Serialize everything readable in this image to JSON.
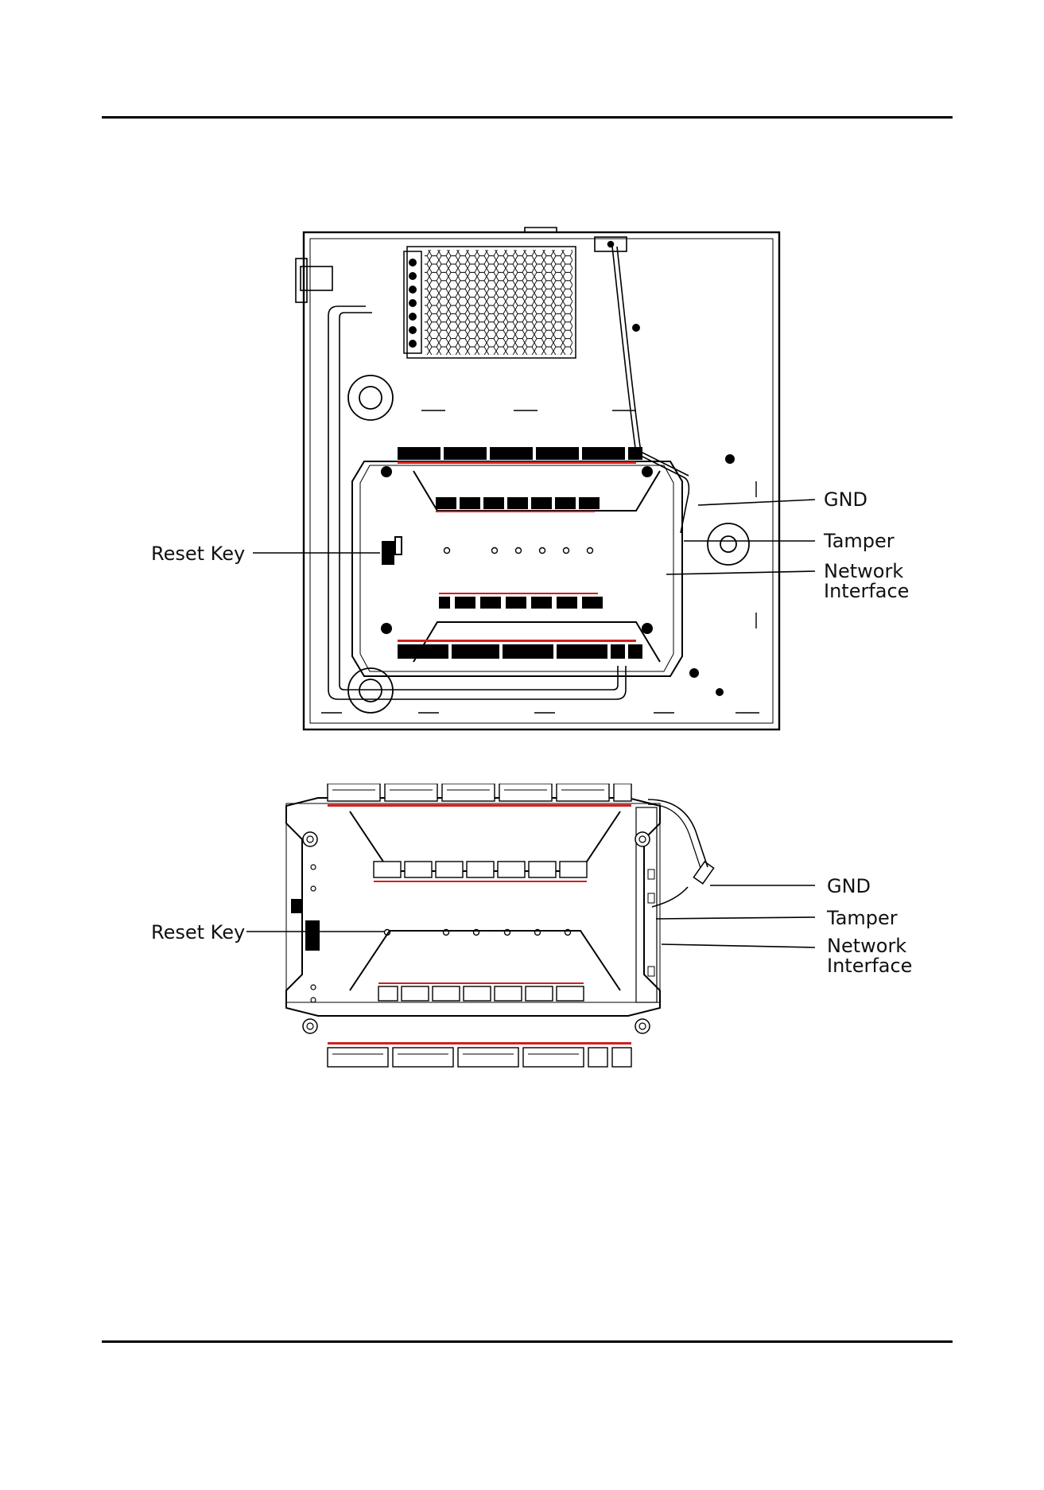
{
  "figure_top": {
    "labels": {
      "reset_key": "Reset Key",
      "gnd": "GND",
      "tamper": "Tamper",
      "network_line1": "Network",
      "network_line2": "Interface"
    }
  },
  "figure_bottom": {
    "labels": {
      "reset_key": "Reset Key",
      "gnd": "GND",
      "tamper": "Tamper",
      "network_line1": "Network",
      "network_line2": "Interface"
    }
  },
  "colors": {
    "ink": "#000000",
    "terminal_label": "#d21f1f"
  }
}
